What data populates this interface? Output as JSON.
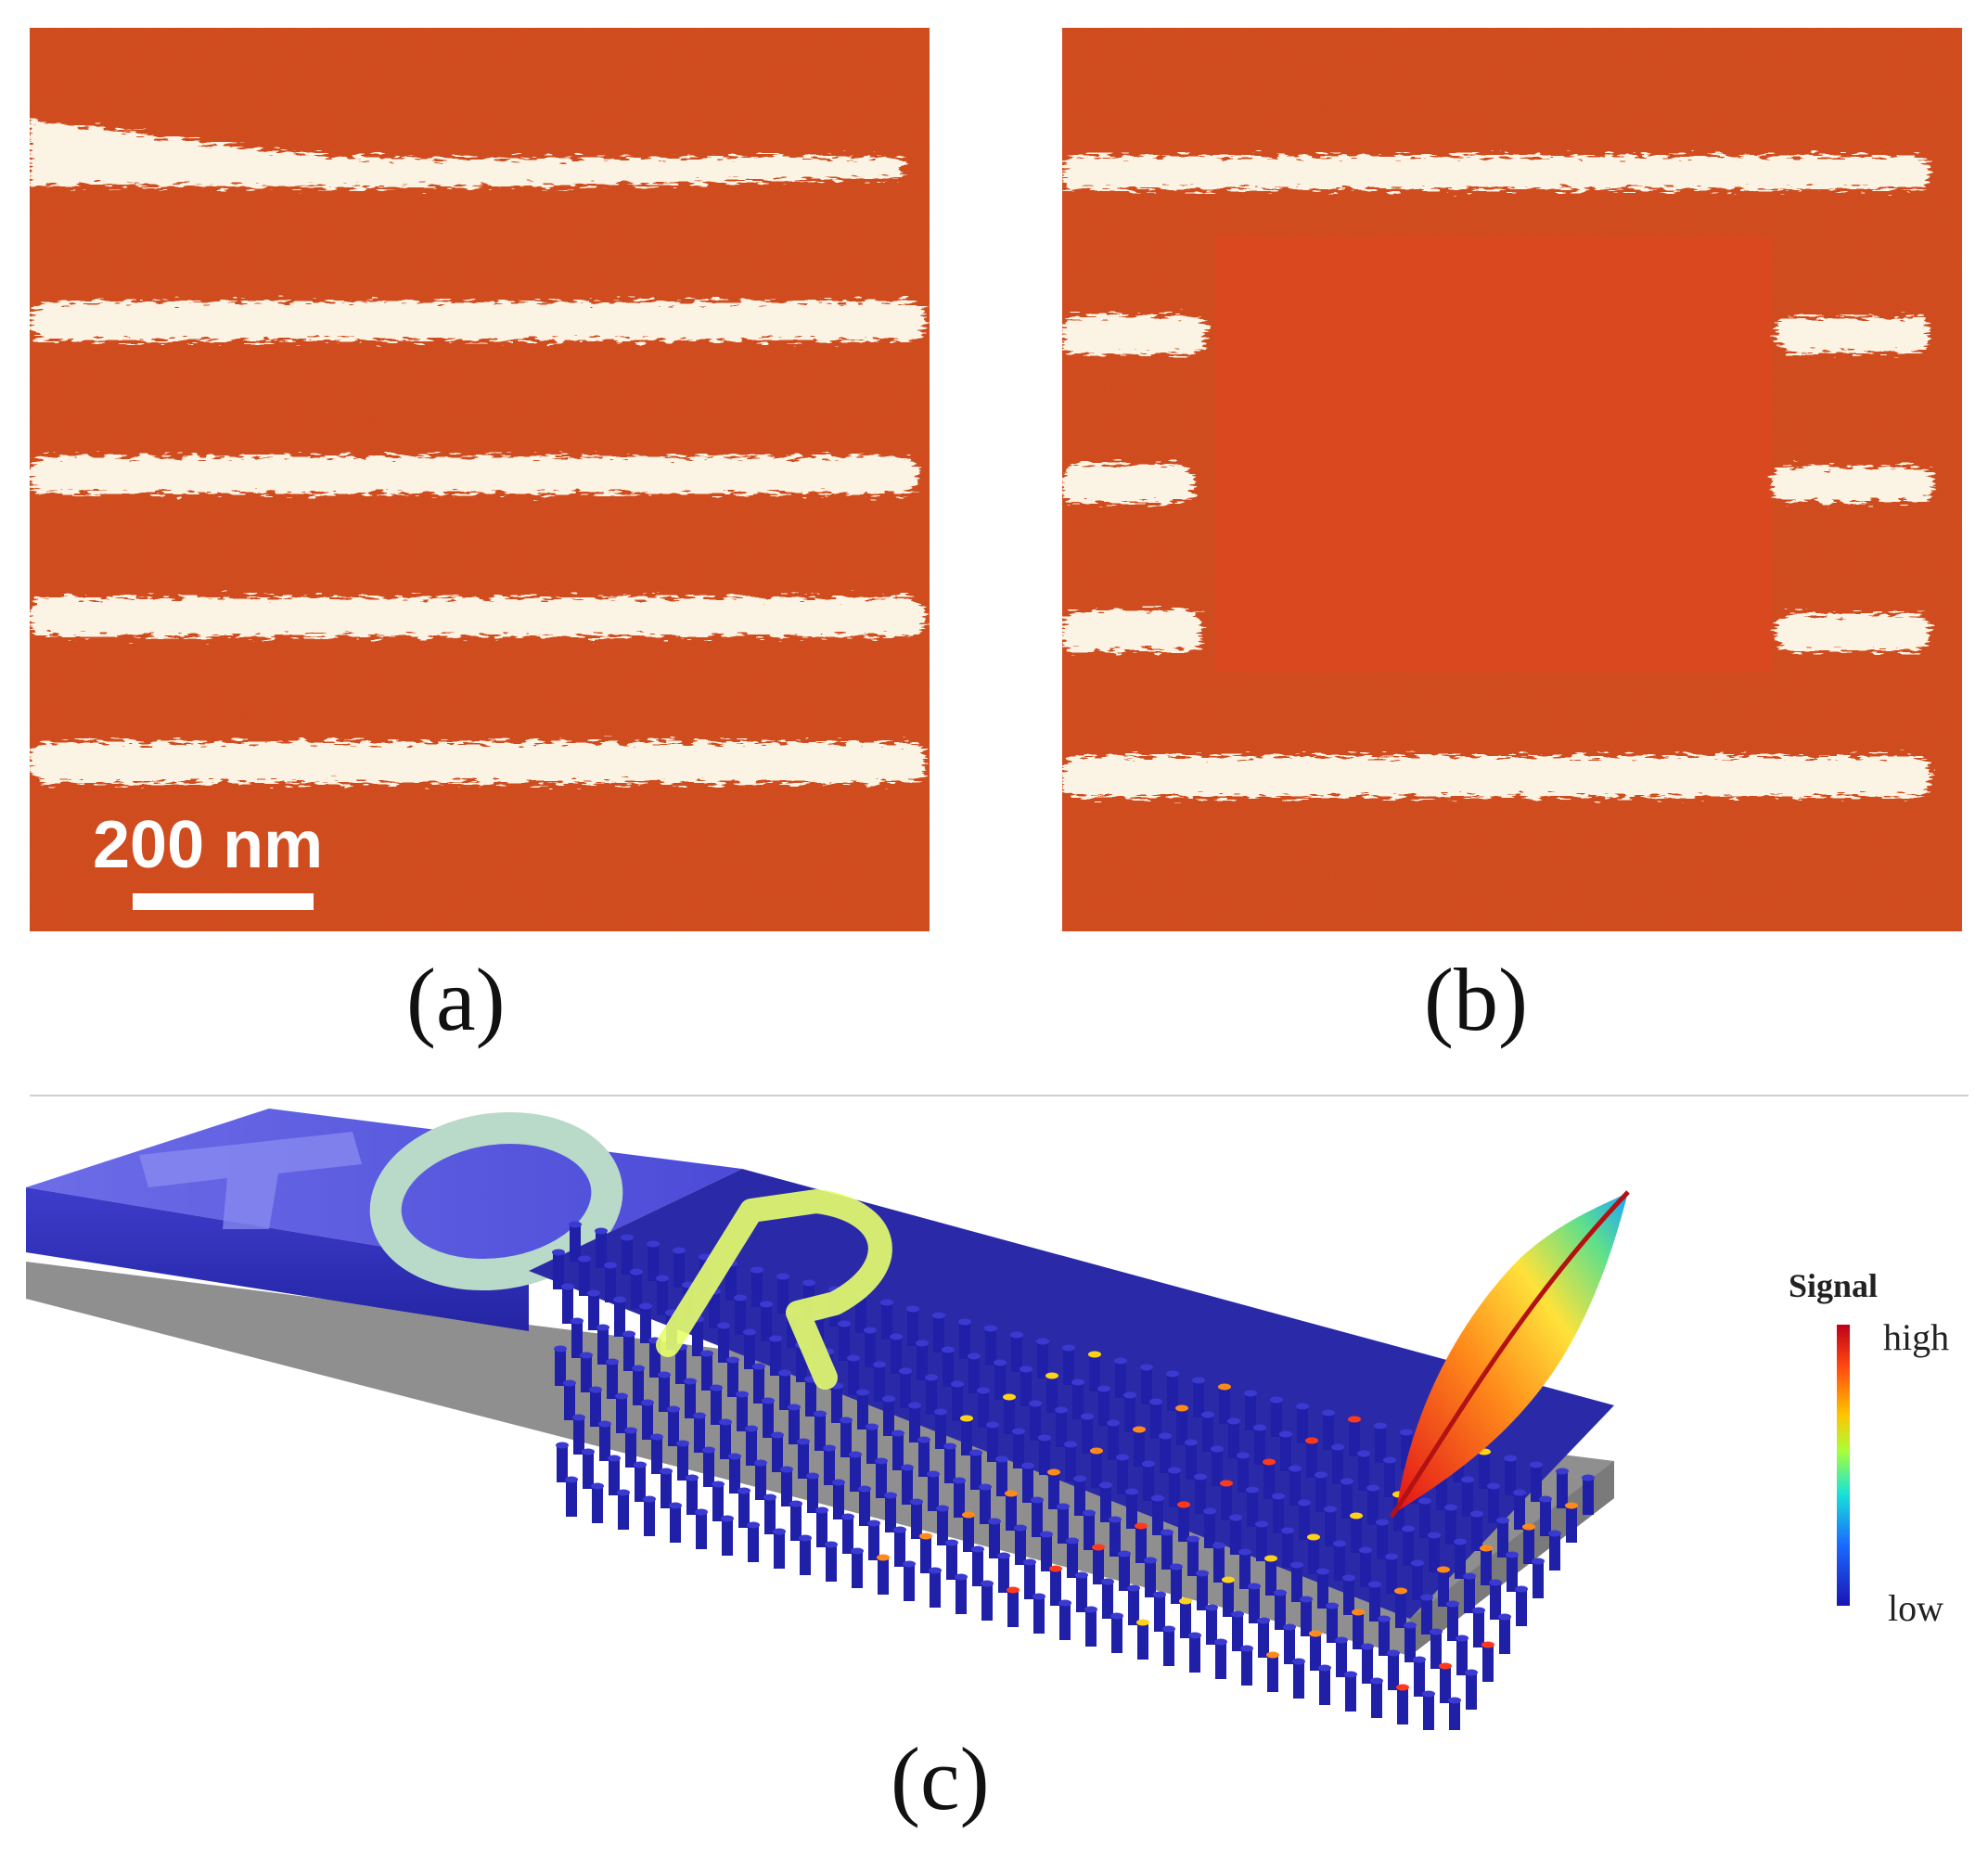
{
  "panels": {
    "a": {
      "caption": "(a)",
      "scale_bar_label": "200 nm"
    },
    "b": {
      "caption": "(b)"
    },
    "c": {
      "caption": "(c)"
    }
  },
  "legend": {
    "title": "Signal",
    "high_label": "high",
    "low_label": "low"
  },
  "colors": {
    "domain_red": "#d4441c",
    "domain_red_dark": "#b8340f",
    "stripe_white": "#fbf4e4",
    "substrate_gray": "#9b9b9b",
    "pillar_blue": "#1f1fa8"
  }
}
